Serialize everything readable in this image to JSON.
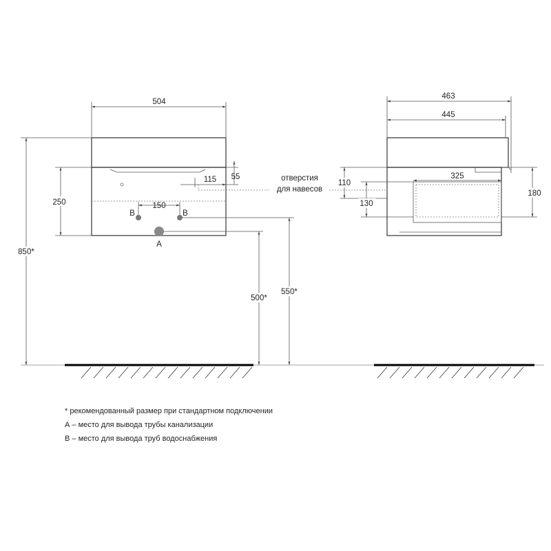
{
  "front": {
    "width": "504",
    "drawer_height": "250",
    "hole_offset_h": "115",
    "hole_offset_v": "55",
    "pipe_spacing": "150",
    "label_b_left": "B",
    "label_b_right": "B",
    "label_a": "A",
    "total_height": "850*",
    "height_500": "500*",
    "height_550": "550*"
  },
  "side": {
    "depth_463": "463",
    "depth_445": "445",
    "inner_325": "325",
    "h_180": "180",
    "h_110": "110",
    "h_130": "130"
  },
  "callout": {
    "line1": "отверстия",
    "line2": "для навесов"
  },
  "notes": [
    "* рекомендованный размер при стандартном подключении",
    "А – место для вывода трубы канализации",
    "В – место для вывода труб водоснабжения"
  ]
}
